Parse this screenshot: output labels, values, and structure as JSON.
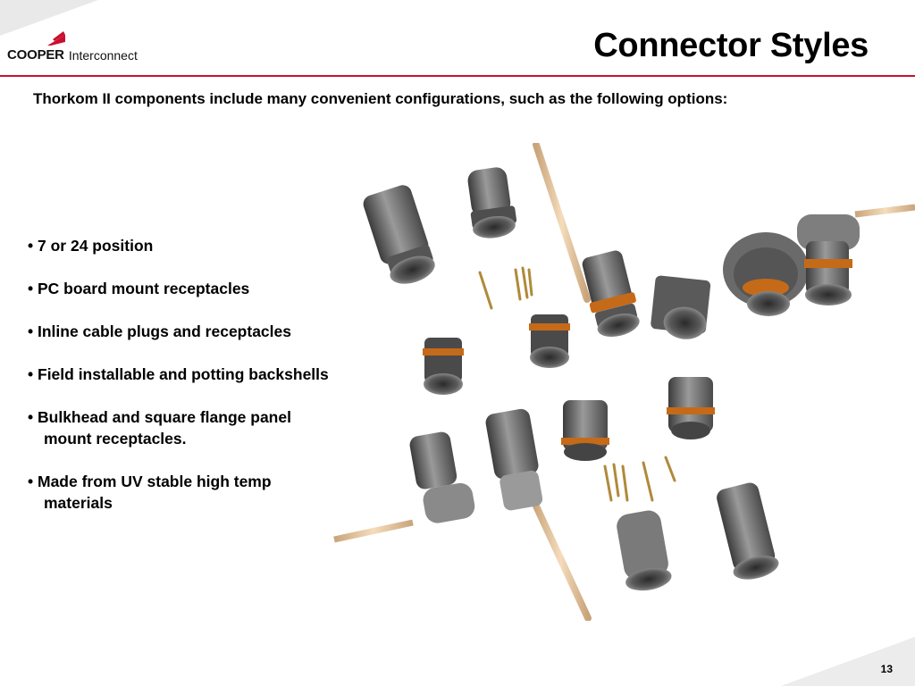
{
  "brand": {
    "name": "COOPER",
    "division": "Interconnect",
    "accent": "#c8102e"
  },
  "slide": {
    "title": "Connector Styles",
    "subtitle": "Thorkom II components include many convenient configurations, such as the following options:",
    "bullets": [
      "7 or 24 position",
      "PC board mount receptacles",
      "Inline cable plugs and receptacles",
      "Field installable and potting backshells",
      "Bulkhead and square flange panel mount receptacles.",
      "Made from UV stable high temp materials"
    ],
    "page_number": "13"
  }
}
